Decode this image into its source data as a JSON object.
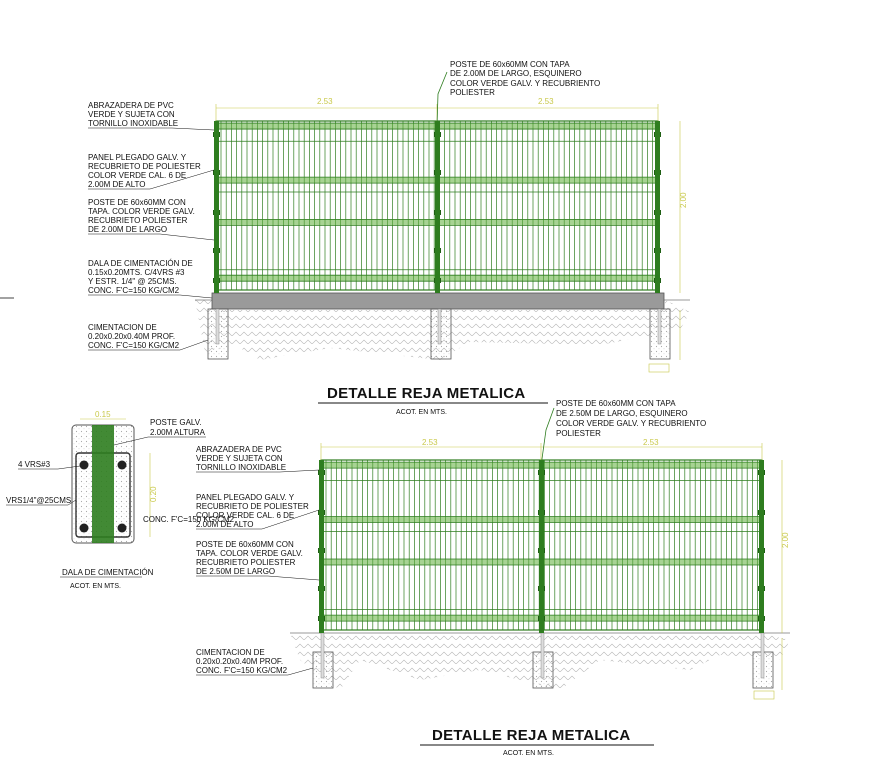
{
  "detail_1": {
    "title": "DETALLE REJA METALICA",
    "subtitle": "ACOT. EN MTS.",
    "dim_left": "2.53",
    "dim_right": "2.53",
    "dim_height": "2.00",
    "post_note": [
      "POSTE DE 60x60MM CON TAPA",
      "DE 2.00M DE LARGO, ESQUINERO",
      "COLOR VERDE GALV. Y RECUBRIENTO",
      "POLIESTER"
    ],
    "notes": [
      [
        "ABRAZADERA DE PVC",
        "VERDE Y SUJETA CON",
        "TORNILLO INOXIDABLE"
      ],
      [
        "PANEL PLEGADO GALV. Y",
        "RECUBRIETO DE POLIESTER",
        "COLOR VERDE CAL. 6 DE",
        "2.00M DE ALTO"
      ],
      [
        "POSTE DE 60x60MM CON",
        "TAPA. COLOR VERDE GALV.",
        "RECUBRIETO POLIESTER",
        "DE 2.00M DE LARGO"
      ],
      [
        "DALA DE CIMENTACIÓN DE",
        "0.15x0.20MTS. C/4VRS #3",
        "Y ESTR. 1/4\" @ 25CMS.",
        "CONC. F'C=150 KG/CM2"
      ],
      [
        "CIMENTACION DE",
        "0.20x0.20x0.40M PROF.",
        "CONC. F'C=150 KG/CM2"
      ]
    ]
  },
  "detail_2": {
    "title": "DETALLE REJA METALICA",
    "subtitle": "ACOT. EN MTS.",
    "dim_left": "2.53",
    "dim_right": "2.53",
    "dim_height": "2.00",
    "post_note": [
      "POSTE DE 60x60MM CON TAPA",
      "DE 2.50M DE LARGO, ESQUINERO",
      "COLOR VERDE GALV. Y RECUBRIENTO",
      "POLIESTER"
    ],
    "notes": [
      [
        "ABRAZADERA DE PVC",
        "VERDE Y SUJETA CON",
        "TORNILLO INOXIDABLE"
      ],
      [
        "PANEL PLEGADO GALV. Y",
        "RECUBRIETO DE POLIESTER",
        "COLOR VERDE CAL. 6 DE",
        "2.00M DE ALTO"
      ],
      [
        "POSTE DE 60x60MM CON",
        "TAPA. COLOR VERDE GALV.",
        "RECUBRIETO POLIESTER",
        "DE 2.50M DE LARGO"
      ],
      [
        "CIMENTACION DE",
        "0.20x0.20x0.40M PROF.",
        "CONC. F'C=150 KG/CM2"
      ]
    ]
  },
  "section": {
    "title": "DALA DE CIMENTACIÓN",
    "subtitle": "ACOT. EN MTS.",
    "dim_top": "0.15",
    "dim_side": "0.20",
    "post_note": [
      "POSTE GALV.",
      "2.00M ALTURA"
    ],
    "bars_label": "4 VRS#3",
    "stirrup_label": "VRS1/4\"@25CMS",
    "concrete_label": "CONC. F'C=150 KG/CM2"
  },
  "colors": {
    "mesh": "#2e7d1f",
    "mesh_light": "#5fae3a",
    "post": "#1f5f14",
    "dimension": "#c9c94a",
    "text": "#111111",
    "slab": "#9a9a9a"
  }
}
